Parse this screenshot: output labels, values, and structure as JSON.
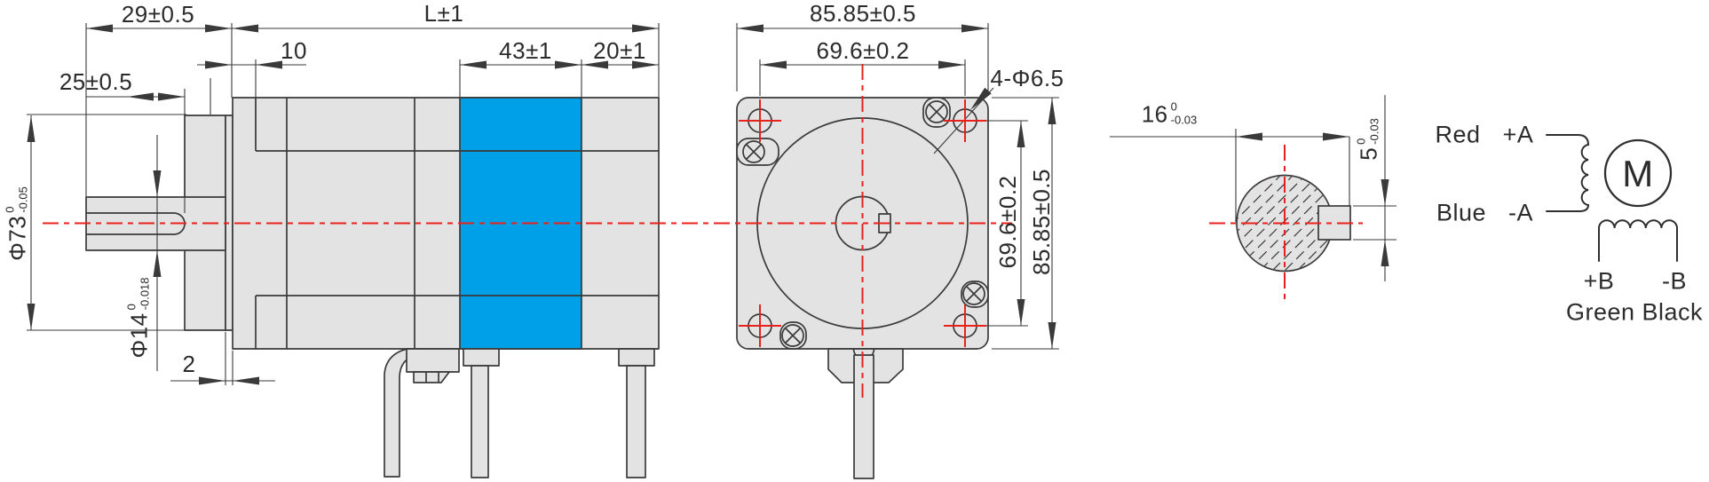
{
  "colors": {
    "highlight_blue": "#00a0e9",
    "centerline_red": "#e8211b",
    "body_fill_gray": "#e3e3e3",
    "line_dark": "#3a3a3a"
  },
  "side_view": {
    "dim_shaft_total": "29±0.5",
    "dim_body_length": "L±1",
    "dim_front_depth": "10",
    "dim_mid_section": "43±1",
    "dim_rear_section": "20±1",
    "dim_keyway_length": "25±0.5",
    "dim_boss_thickness": "2",
    "dim_boss_dia": {
      "value": "Φ73",
      "upper": "0",
      "lower": "-0.05"
    },
    "dim_shaft_dia": {
      "value": "Φ14",
      "upper": "0",
      "lower": "-0.018"
    }
  },
  "front_view": {
    "dim_width": "85.85±0.5",
    "dim_bolt_spacing_h": "69.6±0.2",
    "dim_bolt_holes": "4-Φ6.5",
    "dim_bolt_spacing_v": "69.6±0.2",
    "dim_height": "85.85±0.5"
  },
  "section_view": {
    "dim_across_flat": {
      "value": "16",
      "upper": "0",
      "lower": "-0.03"
    },
    "dim_key_width": {
      "value": "5",
      "upper": "0",
      "lower": "-0.03"
    }
  },
  "wiring_diagram": {
    "phase_a_wire_color": "Red",
    "phase_a_terminal": "+A",
    "phase_a2_wire_color": "Blue",
    "phase_a2_terminal": "-A",
    "motor_symbol": "M",
    "phase_b_terminal": "+B",
    "phase_b2_terminal": "-B",
    "phase_b_wire_colors": "Green Black"
  }
}
